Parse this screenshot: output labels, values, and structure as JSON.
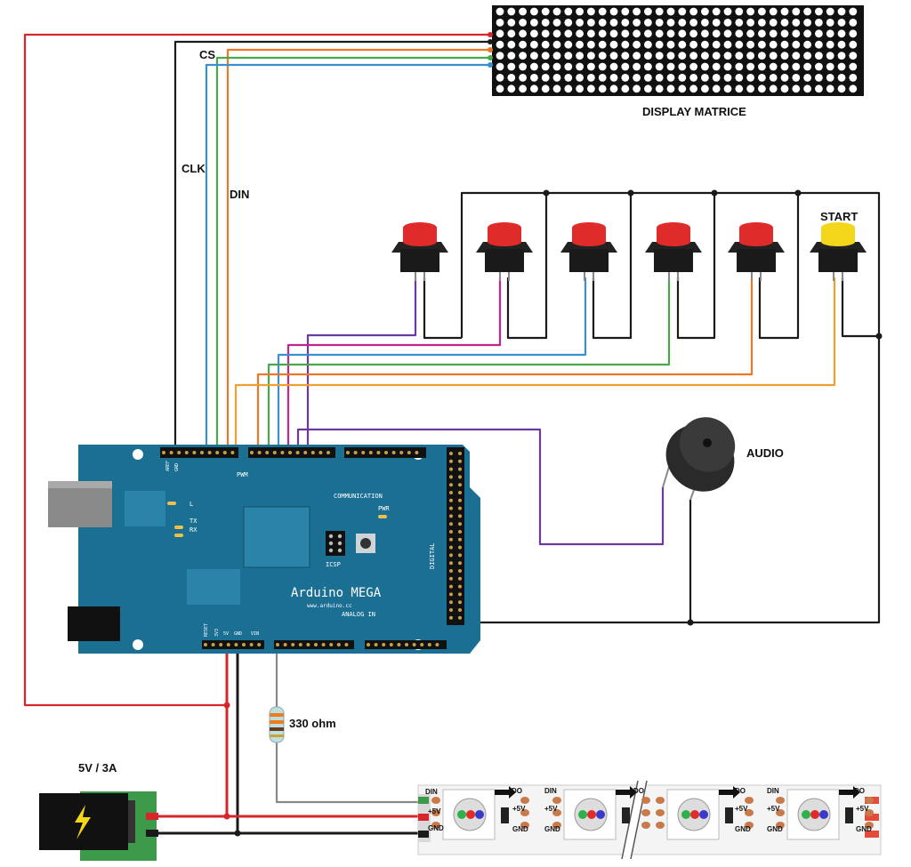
{
  "labels": {
    "display": "DISPLAY MATRICE",
    "cs": "CS",
    "clk": "CLK",
    "din": "DIN",
    "start": "START",
    "audio": "AUDIO",
    "resistor": "330 ohm",
    "power": "5V / 3A"
  },
  "board": {
    "name": "Arduino MEGA",
    "url": "www.arduino.cc",
    "pwm": "PWM",
    "communication": "COMMUNICATION",
    "digital": "DIGITAL",
    "analog": "ANALOG IN",
    "icsp": "ICSP",
    "led_l": "L",
    "led_tx": "TX",
    "led_rx": "RX",
    "pwr": "PWR",
    "aref": "AREF",
    "gnd": "GND",
    "reset": "RESET",
    "v33": "3V3",
    "v5": "5V",
    "vin": "VIN"
  },
  "strip": {
    "din": "DIN",
    "do": "DO",
    "p5v": "+5V",
    "gnd": "GND"
  },
  "colors": {
    "red_wire": "#d7262b",
    "black_wire": "#1a1a1a",
    "orange_wire": "#e8782a",
    "green_wire": "#4aa84a",
    "blue_wire": "#3a8fd0",
    "purple_wire": "#6a3aa0",
    "magenta_wire": "#c2268a",
    "light_orange_wire": "#f0a030",
    "board_blue": "#1b6f93",
    "button_red": "#e02b2b",
    "button_yellow": "#f4d61a"
  }
}
